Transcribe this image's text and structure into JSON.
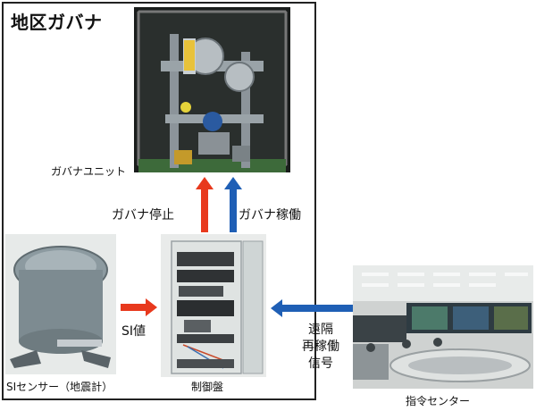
{
  "diagram": {
    "title": "地区ガバナ",
    "governor_unit_label": "ガバナユニット",
    "stop_label": "ガバナ停止",
    "restart_label": "ガバナ稼働",
    "si_value_label": "SI値",
    "si_sensor_label": "SIセンサー（地震計）",
    "control_panel_label": "制御盤",
    "remote_signal_lines": [
      "遠隔",
      "再稼働",
      "信号"
    ],
    "command_center_label": "指令センター"
  },
  "colors": {
    "stop_arrow": "#e8391d",
    "restart_arrow": "#1f5fb5",
    "si_arrow": "#e8391d",
    "remote_arrow": "#1f5fb5"
  }
}
